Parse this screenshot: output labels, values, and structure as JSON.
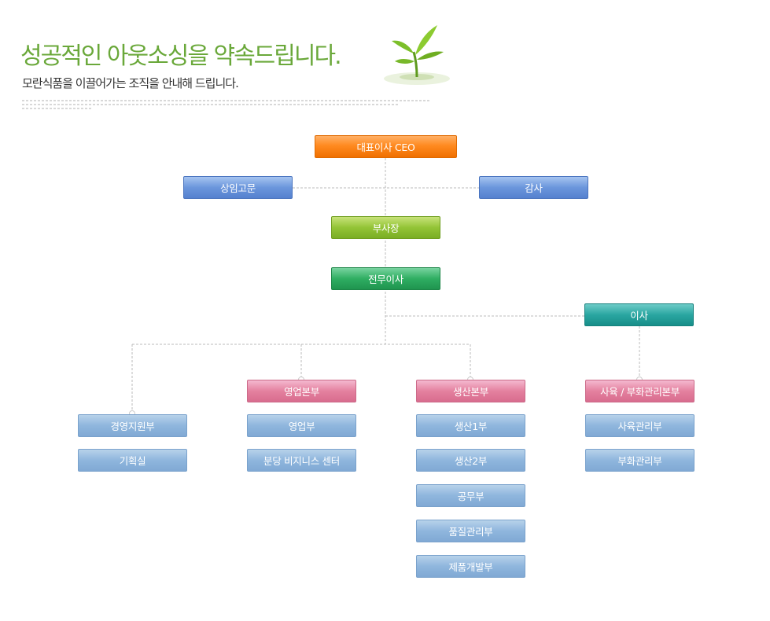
{
  "header": {
    "title": "성공적인 아웃소싱을 약속드립니다.",
    "subtitle": "모란식품을 이끌어가는 조직을 안내해 드립니다."
  },
  "org": {
    "ceo": "대표이사 CEO",
    "advisor": "상임고문",
    "auditor": "감사",
    "vice_president": "부사장",
    "managing_director": "전무이사",
    "director": "이사",
    "divisions": [
      {
        "name": "경영지원부",
        "teams": [
          "기획실"
        ]
      },
      {
        "name": "영업본부",
        "teams": [
          "영업부",
          "분당 비지니스 센터"
        ]
      },
      {
        "name": "생산본부",
        "teams": [
          "생산1부",
          "생산2부",
          "공무부",
          "품질관리부",
          "제품개발부"
        ]
      },
      {
        "name": "사육 / 부화관리본부",
        "teams": [
          "사육관리부",
          "부화관리부"
        ]
      }
    ]
  },
  "colors": {
    "title_green": "#6aa83a",
    "ceo_orange": "#ff8a20",
    "advisor_blue": "#6b96dc",
    "vp_green": "#93c436",
    "md_green": "#2fae62",
    "director_teal": "#2aa6a1",
    "division_pink": "#e4819f",
    "team_lightblue": "#8fb6dd",
    "connector_gray": "#bbbbbb"
  },
  "icons": [
    "sprout-icon"
  ]
}
